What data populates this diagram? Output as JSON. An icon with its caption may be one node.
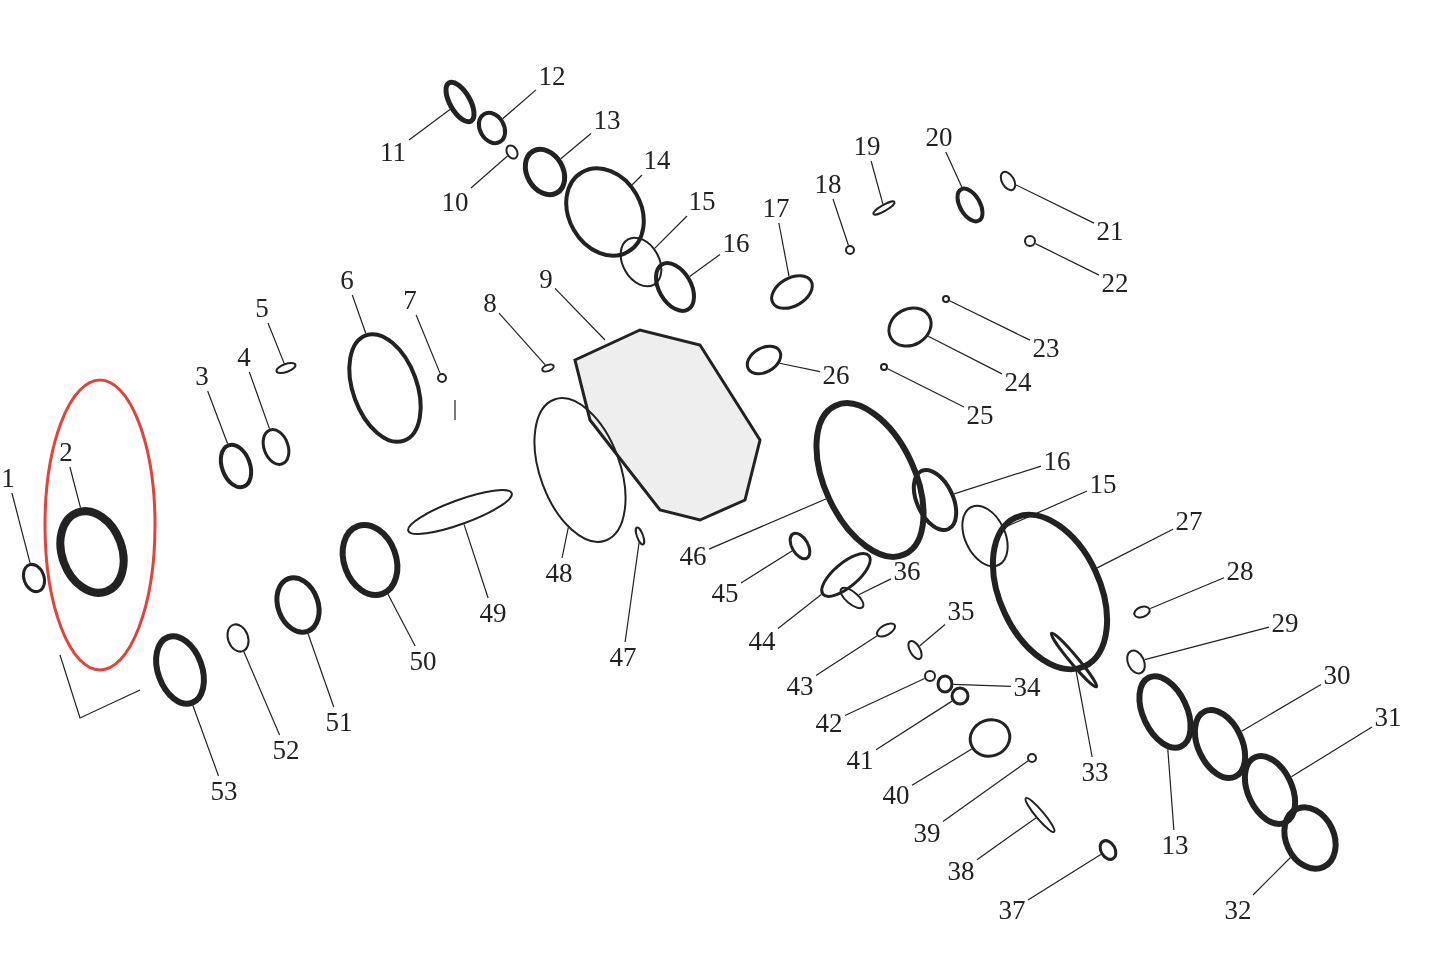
{
  "diagram": {
    "nodes": [
      {
        "text": [
          "1"
        ]
      },
      {
        "text": [
          "2"
        ]
      },
      {
        "text": [
          "3"
        ]
      },
      {
        "text": [
          "4"
        ]
      },
      {
        "text": [
          "5"
        ]
      },
      {
        "text": [
          "6"
        ]
      },
      {
        "text": [
          "7"
        ]
      },
      {
        "text": [
          "8"
        ]
      },
      {
        "text": [
          "9"
        ]
      },
      {
        "text": [
          "10"
        ]
      },
      {
        "text": [
          "11"
        ]
      },
      {
        "text": [
          "12"
        ]
      },
      {
        "text": [
          "13"
        ]
      },
      {
        "text": [
          "14"
        ]
      },
      {
        "text": [
          "15"
        ]
      },
      {
        "text": [
          "16"
        ]
      },
      {
        "text": [
          "17"
        ]
      },
      {
        "text": [
          "18"
        ]
      },
      {
        "text": [
          "19"
        ]
      },
      {
        "text": [
          "20"
        ]
      },
      {
        "text": [
          "21"
        ]
      },
      {
        "text": [
          "22"
        ]
      },
      {
        "text": [
          "23"
        ]
      },
      {
        "text": [
          "24"
        ]
      },
      {
        "text": [
          "25"
        ]
      },
      {
        "text": [
          "26"
        ]
      },
      {
        "text": [
          "16"
        ]
      },
      {
        "text": [
          "15"
        ]
      },
      {
        "text": [
          "27"
        ]
      },
      {
        "text": [
          "28"
        ]
      },
      {
        "text": [
          "29"
        ]
      },
      {
        "text": [
          "30"
        ]
      },
      {
        "text": [
          "31"
        ]
      },
      {
        "text": [
          "32"
        ]
      },
      {
        "text": [
          "33"
        ]
      },
      {
        "text": [
          "13"
        ]
      },
      {
        "text": [
          "34"
        ]
      },
      {
        "text": [
          "35"
        ]
      },
      {
        "text": [
          "36"
        ]
      },
      {
        "text": [
          "37"
        ]
      },
      {
        "text": [
          "38"
        ]
      },
      {
        "text": [
          "39"
        ]
      },
      {
        "text": [
          "40"
        ]
      },
      {
        "text": [
          "41"
        ]
      },
      {
        "text": [
          "42"
        ]
      },
      {
        "text": [
          "43"
        ]
      },
      {
        "text": [
          "44"
        ]
      },
      {
        "text": [
          "45"
        ]
      },
      {
        "text": [
          "46"
        ]
      },
      {
        "text": [
          "47"
        ]
      },
      {
        "text": [
          "48"
        ]
      },
      {
        "text": [
          "49"
        ]
      },
      {
        "text": [
          "50"
        ]
      },
      {
        "text": [
          "51"
        ]
      },
      {
        "text": [
          "52"
        ]
      },
      {
        "text": [
          "53"
        ]
      },
      {
        "text": [],
        "shape": "ring"
      },
      {
        "text": [],
        "shape": "ring"
      },
      {
        "text": [],
        "shape": "ring"
      },
      {
        "text": [],
        "shape": "ring"
      },
      {
        "text": [],
        "shape": "ring"
      },
      {
        "text": [],
        "shape": "ring"
      },
      {
        "text": [],
        "shape": "ring"
      },
      {
        "text": [],
        "shape": "ring"
      },
      {
        "text": [],
        "shape": "picture"
      },
      {
        "text": [],
        "shape": "ring"
      },
      {
        "text": [],
        "shape": "ring"
      },
      {
        "text": [],
        "shape": "ring"
      },
      {
        "text": [],
        "shape": "ring"
      },
      {
        "text": [],
        "shape": "ring"
      },
      {
        "text": [],
        "shape": "ring"
      },
      {
        "text": [],
        "shape": "ring"
      },
      {
        "text": [],
        "shape": "ring"
      },
      {
        "text": [],
        "shape": "ring"
      },
      {
        "text": [],
        "shape": "ring"
      },
      {
        "text": [],
        "shape": "ring"
      },
      {
        "text": [],
        "shape": "ring"
      },
      {
        "text": [],
        "shape": "ring"
      },
      {
        "text": [],
        "shape": "ring"
      },
      {
        "text": [],
        "shape": "ring"
      },
      {
        "text": [],
        "shape": "ring"
      },
      {
        "text": [],
        "shape": "ring"
      },
      {
        "text": [],
        "shape": "ring"
      },
      {
        "text": [],
        "shape": "ring"
      },
      {
        "text": [],
        "shape": "ring"
      },
      {
        "text": [],
        "shape": "ring"
      },
      {
        "text": [],
        "shape": "ring"
      },
      {
        "text": [],
        "shape": "ring"
      },
      {
        "text": [],
        "shape": "ring"
      },
      {
        "text": [],
        "shape": "ring"
      },
      {
        "text": [],
        "shape": "ring"
      },
      {
        "text": [],
        "shape": "ring"
      },
      {
        "text": [],
        "shape": "ring"
      },
      {
        "text": [],
        "shape": "ring"
      },
      {
        "text": [],
        "shape": "ring"
      },
      {
        "text": [],
        "shape": "ring"
      },
      {
        "text": [],
        "shape": "ring"
      },
      {
        "text": [],
        "shape": "ring"
      },
      {
        "text": [],
        "shape": "ring"
      },
      {
        "text": [],
        "shape": "ring"
      },
      {
        "text": [],
        "shape": "ring"
      },
      {
        "text": [],
        "shape": "ring"
      },
      {
        "text": [],
        "shape": "ring"
      },
      {
        "text": [],
        "shape": "ring"
      },
      {
        "text": [],
        "shape": "ring"
      },
      {
        "text": [],
        "shape": "ring"
      },
      {
        "text": [],
        "shape": "ring"
      },
      {
        "text": [],
        "shape": "ring"
      },
      {
        "text": [],
        "shape": "ring"
      },
      {
        "text": [],
        "shape": "ring"
      },
      {
        "text": [],
        "shape": "ring"
      },
      {
        "text": [],
        "shape": "ring"
      }
    ],
    "edges": [
      {
        "from": 0,
        "to": 56,
        "arrow": "none"
      },
      {
        "from": 1,
        "to": 57,
        "arrow": "none"
      },
      {
        "from": 2,
        "to": 58,
        "arrow": "none"
      },
      {
        "from": 3,
        "to": 59,
        "arrow": "none"
      },
      {
        "from": 4,
        "to": 60,
        "arrow": "none"
      },
      {
        "from": 5,
        "to": 61,
        "arrow": "none"
      },
      {
        "from": 6,
        "to": 62,
        "arrow": "none"
      },
      {
        "from": 7,
        "to": 63,
        "arrow": "none"
      },
      {
        "from": 8,
        "to": 64,
        "arrow": "none"
      },
      {
        "from": 9,
        "to": 65,
        "arrow": "none"
      },
      {
        "from": 10,
        "to": 66,
        "arrow": "none"
      },
      {
        "from": 11,
        "to": 67,
        "arrow": "none"
      },
      {
        "from": 12,
        "to": 68,
        "arrow": "none"
      },
      {
        "from": 13,
        "to": 69,
        "arrow": "none"
      },
      {
        "from": 14,
        "to": 70,
        "arrow": "none"
      },
      {
        "from": 15,
        "to": 71,
        "arrow": "none"
      },
      {
        "from": 16,
        "to": 72,
        "arrow": "none"
      },
      {
        "from": 17,
        "to": 73,
        "arrow": "none"
      },
      {
        "from": 18,
        "to": 74,
        "arrow": "none"
      },
      {
        "from": 19,
        "to": 75,
        "arrow": "none"
      },
      {
        "from": 20,
        "to": 76,
        "arrow": "none"
      },
      {
        "from": 21,
        "to": 77,
        "arrow": "none"
      },
      {
        "from": 22,
        "to": 78,
        "arrow": "none"
      },
      {
        "from": 23,
        "to": 79,
        "arrow": "none"
      },
      {
        "from": 24,
        "to": 80,
        "arrow": "none"
      },
      {
        "from": 25,
        "to": 81,
        "arrow": "none"
      },
      {
        "from": 26,
        "to": 82,
        "arrow": "none"
      },
      {
        "from": 27,
        "to": 83,
        "arrow": "none"
      },
      {
        "from": 28,
        "to": 84,
        "arrow": "none"
      },
      {
        "from": 29,
        "to": 85,
        "arrow": "none"
      },
      {
        "from": 30,
        "to": 86,
        "arrow": "none"
      },
      {
        "from": 31,
        "to": 87,
        "arrow": "none"
      },
      {
        "from": 32,
        "to": 88,
        "arrow": "none"
      },
      {
        "from": 33,
        "to": 89,
        "arrow": "none"
      },
      {
        "from": 34,
        "to": 90,
        "arrow": "none"
      },
      {
        "from": 35,
        "to": 91,
        "arrow": "none"
      },
      {
        "from": 36,
        "to": 92,
        "arrow": "none"
      },
      {
        "from": 37,
        "to": 93,
        "arrow": "none"
      },
      {
        "from": 38,
        "to": 94,
        "arrow": "none"
      },
      {
        "from": 39,
        "to": 95,
        "arrow": "none"
      },
      {
        "from": 40,
        "to": 96,
        "arrow": "none"
      },
      {
        "from": 41,
        "to": 97,
        "arrow": "none"
      },
      {
        "from": 42,
        "to": 98,
        "arrow": "none"
      },
      {
        "from": 43,
        "to": 99,
        "arrow": "none"
      },
      {
        "from": 44,
        "to": 100,
        "arrow": "none"
      },
      {
        "from": 45,
        "to": 101,
        "arrow": "none"
      },
      {
        "from": 46,
        "to": 102,
        "arrow": "none"
      },
      {
        "from": 47,
        "to": 103,
        "arrow": "none"
      },
      {
        "from": 48,
        "to": 104,
        "arrow": "none"
      },
      {
        "from": 49,
        "to": 105,
        "arrow": "none"
      },
      {
        "from": 50,
        "to": 106,
        "arrow": "none"
      },
      {
        "from": 51,
        "to": 107,
        "arrow": "none"
      },
      {
        "from": 52,
        "to": 108,
        "arrow": "none"
      },
      {
        "from": 53,
        "to": 109,
        "arrow": "none"
      },
      {
        "from": 54,
        "to": 110,
        "arrow": "none"
      },
      {
        "from": 55,
        "to": 111,
        "arrow": "none"
      }
    ]
  }
}
